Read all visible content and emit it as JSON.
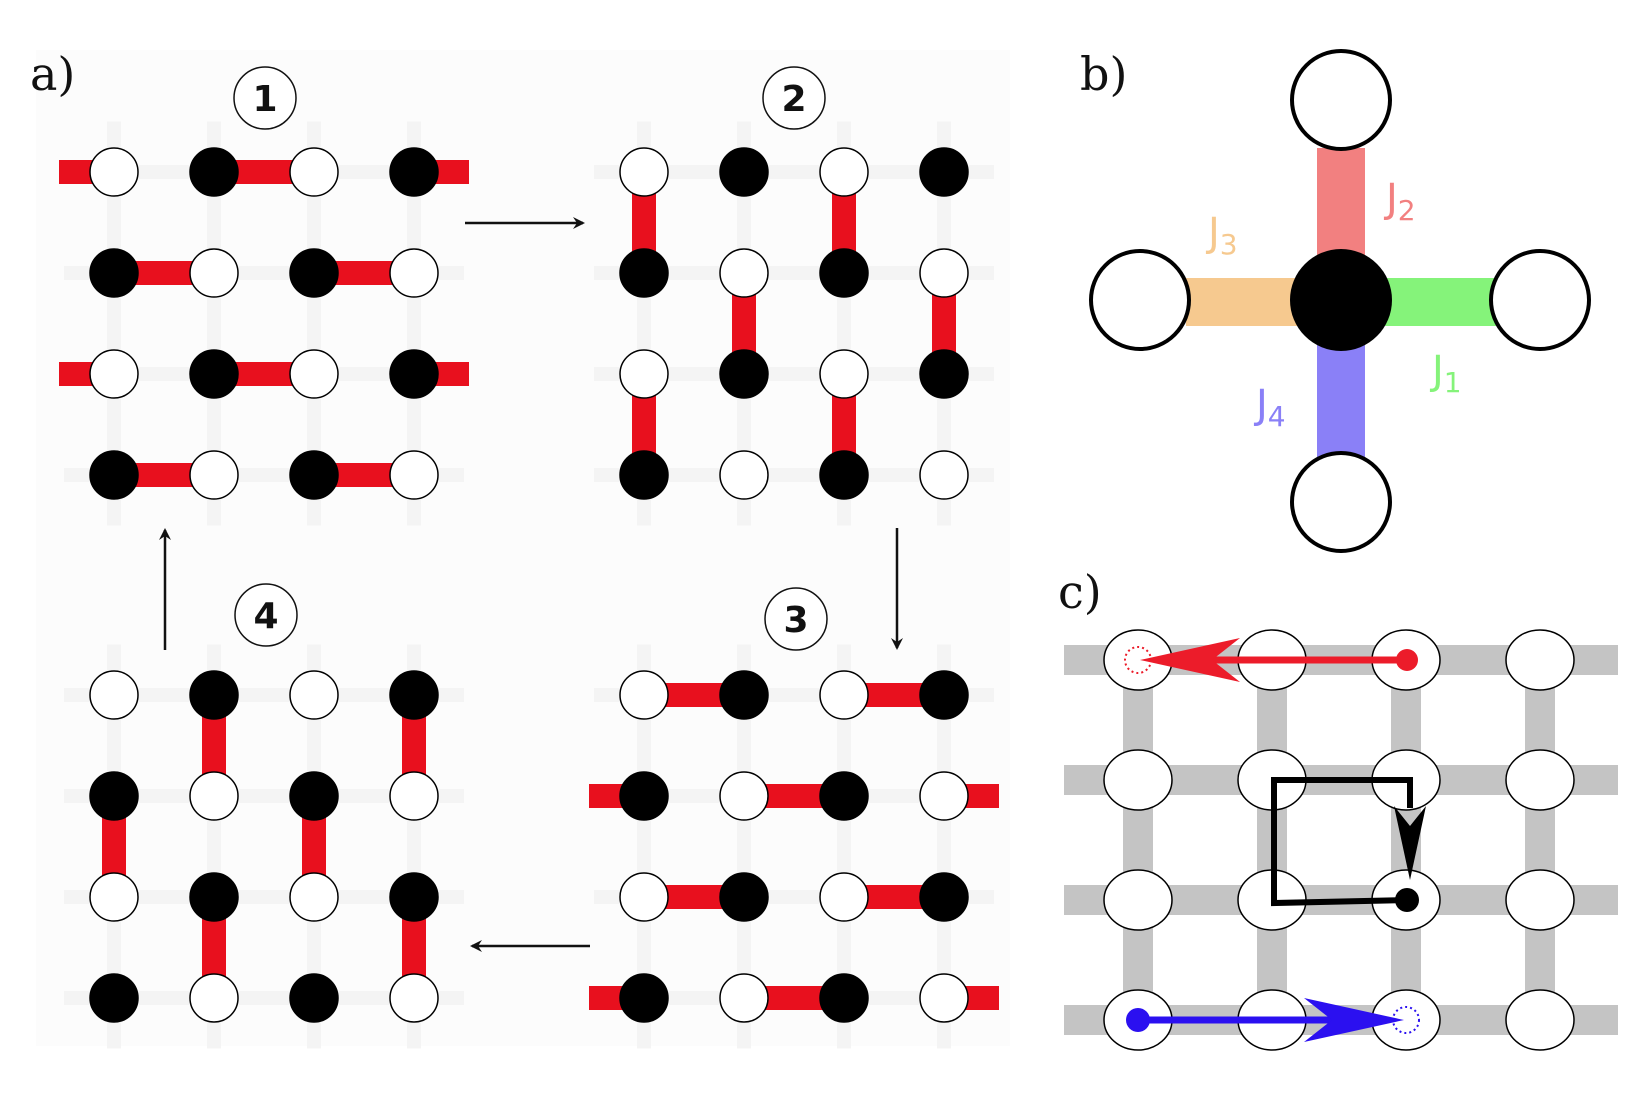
{
  "panels": {
    "a": {
      "label": "a)"
    },
    "b": {
      "label": "b)"
    },
    "c": {
      "label": "c)"
    }
  },
  "steps": [
    "1",
    "2",
    "3",
    "4"
  ],
  "couplings": [
    {
      "letter": "J",
      "sub": "1",
      "color": "#85f37a"
    },
    {
      "letter": "J",
      "sub": "2",
      "color": "#f28080"
    },
    {
      "letter": "J",
      "sub": "3",
      "color": "#f6c98f"
    },
    {
      "letter": "J",
      "sub": "4",
      "color": "#8a80f7"
    }
  ],
  "colors": {
    "bond": "#e8101e",
    "grid": "#c4c4c4",
    "red_arrow": "#ec1c2a",
    "blue_arrow": "#2b10f0",
    "filled_site": "#000000",
    "empty_site": "#ffffff"
  }
}
